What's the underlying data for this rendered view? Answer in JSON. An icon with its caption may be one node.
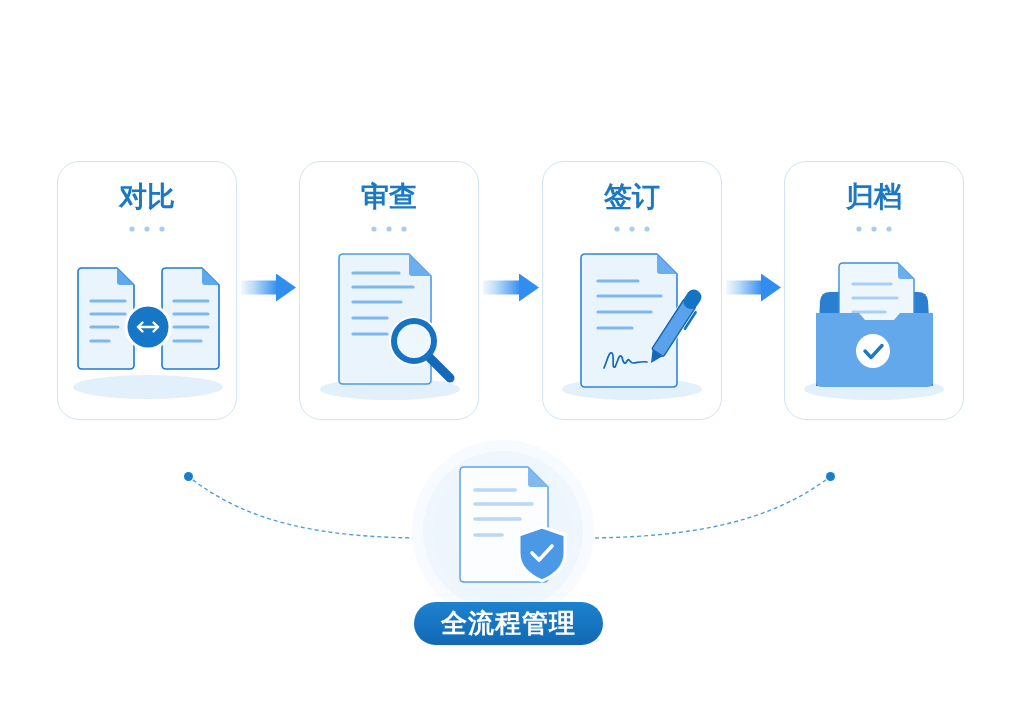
{
  "diagram": {
    "nodes": [
      {
        "text": [
          "对比"
        ]
      },
      {
        "text": [
          "审查"
        ]
      },
      {
        "text": [
          "签订"
        ]
      },
      {
        "text": [
          "归档"
        ]
      },
      {
        "text": [],
        "shape": "circle"
      },
      {
        "text": [],
        "shape": "circle"
      },
      {
        "text": [],
        "shape": "circle"
      },
      {
        "text": [
          "全流程管理"
        ]
      }
    ],
    "edges": [
      {
        "from": 0,
        "to": 1,
        "arrow": "to"
      },
      {
        "from": 1,
        "to": 2,
        "arrow": "to"
      },
      {
        "from": 2,
        "to": 3,
        "arrow": "to"
      },
      {
        "from": 4,
        "to": 5,
        "arrow": "none",
        "style": "dashed"
      },
      {
        "from": 6,
        "to": 5,
        "arrow": "none",
        "style": "dashed"
      }
    ]
  }
}
